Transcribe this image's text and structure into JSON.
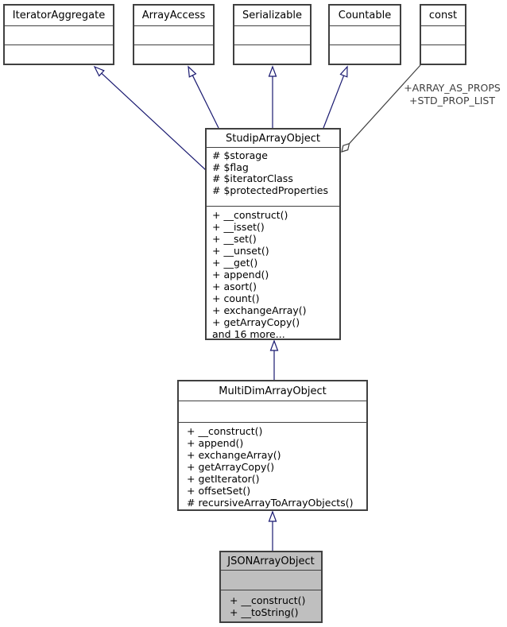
{
  "colors": {
    "inheritance_edge": "#191970",
    "usage_edge": "#404040",
    "box_border": "#404040",
    "current_class_fill": "#bfbfbf"
  },
  "classes": {
    "iterator_aggregate": {
      "name": "IteratorAggregate"
    },
    "array_access": {
      "name": "ArrayAccess"
    },
    "serializable": {
      "name": "Serializable"
    },
    "countable": {
      "name": "Countable"
    },
    "const": {
      "name": "const"
    },
    "studip": {
      "name": "StudipArrayObject",
      "attributes": [
        "# $storage",
        "# $flag",
        "# $iteratorClass",
        "# $protectedProperties"
      ],
      "methods": [
        "+ __construct()",
        "+ __isset()",
        "+ __set()",
        "+ __unset()",
        "+ __get()",
        "+ append()",
        "+ asort()",
        "+ count()",
        "+ exchangeArray()",
        "+ getArrayCopy()",
        "and 16 more..."
      ]
    },
    "multidim": {
      "name": "MultiDimArrayObject",
      "methods": [
        "+ __construct()",
        "+ append()",
        "+ exchangeArray()",
        "+ getArrayCopy()",
        "+ getIterator()",
        "+ offsetSet()",
        "# recursiveArrayToArrayObjects()"
      ]
    },
    "json": {
      "name": "JSONArrayObject",
      "methods": [
        "+ __construct()",
        "+ __toString()"
      ]
    }
  },
  "edge_labels": {
    "const_usage_line1": "+ARRAY_AS_PROPS",
    "const_usage_line2": "+STD_PROP_LIST"
  }
}
